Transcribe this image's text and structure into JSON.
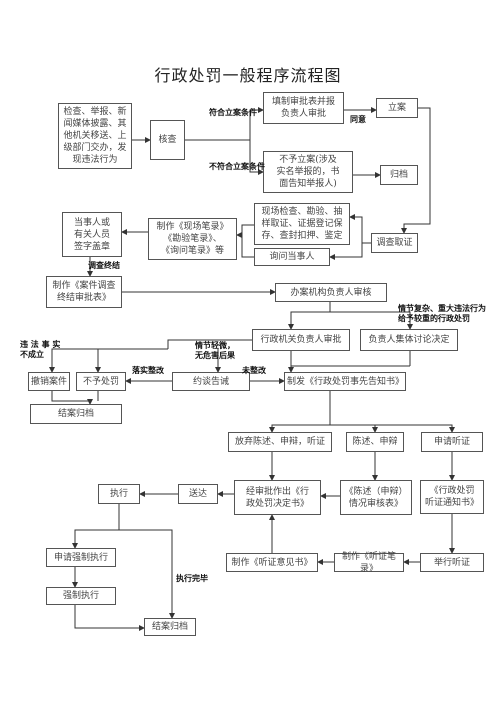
{
  "title": "行政处罚一般程序流程图",
  "boxes": {
    "source": "检查、举报、新\n闻媒体披露、其\n他机关移送、上\n级部门交办，发\n现违法行为",
    "inspect": "核查",
    "fill_form": "填制审批表并报\n负责人审批",
    "file_case": "立案",
    "no_case": "不予立案(涉及\n实名举报的，书\n面告知举报人)",
    "archive1": "归档",
    "party_sign": "当事人或\n有关人员\n签字盖章",
    "make_records": "制作《现场笔录》\n《勘验笔录》、\n《询问笔录》等",
    "onsite": "现场检查、勘验、抽\n样取证、证据登记保\n存、查封扣押、鉴定",
    "question": "询问当事人",
    "investigate": "调查取证",
    "final_report": "制作《案件调查\n终结审批表》",
    "dept_review": "办案机构负责人审核",
    "agency_approve": "行政机关负责人审批",
    "collective": "负责人集体讨论决定",
    "revoke": "撤销案件",
    "no_penalty": "不予处罚",
    "interview": "约谈告诫",
    "notice": "制发《行政处罚事先告知书》",
    "close1": "结案归档",
    "waive": "放弃陈述、申辩，听证",
    "statement": "陈述、申辩",
    "request_hearing": "申请听证",
    "execute": "执行",
    "serve": "送达",
    "decision": "经审批作出《行\n政处罚决定书》",
    "review_form": "《陈述（申辩）\n情况审核表》",
    "hearing_notice": "《行政处罚\n听证通知书》",
    "opinion": "制作《听证意见书》",
    "hearing_record": "制作《听证笔录》",
    "hold_hearing": "举行听证",
    "apply_enforce": "申请强制执行",
    "enforce": "强制执行",
    "close2": "结案归档"
  },
  "labels": {
    "meet": "符合立案条件",
    "agree": "同意",
    "not_meet": "不符合立案条件",
    "end_invest": "调查终结",
    "complex": "情节复杂、重大违法行为\n给予较重的行政处罚",
    "illegal": "违 法 事 实\n不成立",
    "minor": "情节轻微，\n无危害后果",
    "rectify": "落实整改",
    "not_rectify": "未整改",
    "done": "执行完毕"
  }
}
